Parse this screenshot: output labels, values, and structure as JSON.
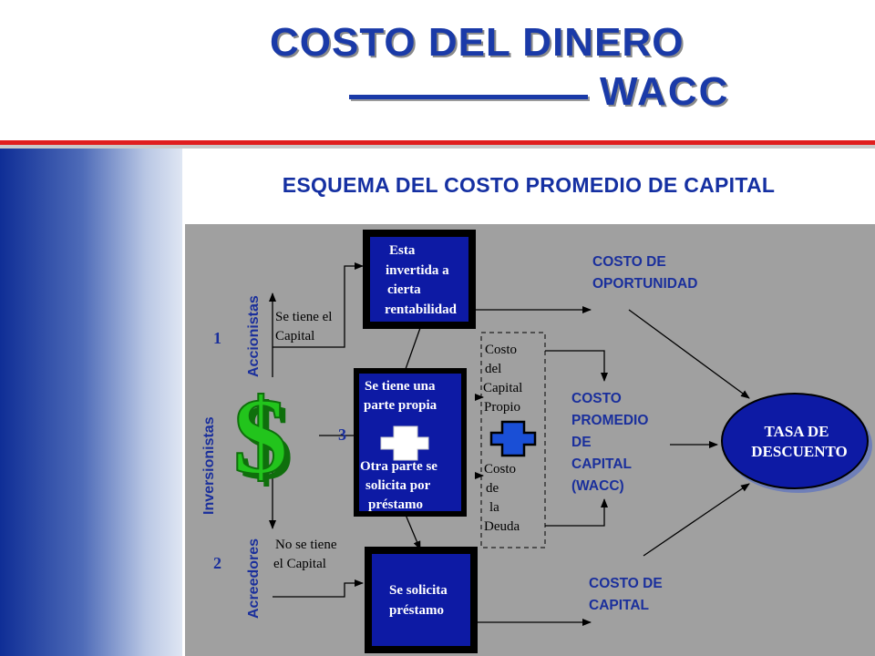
{
  "header": {
    "title_line1": "COSTO DEL DINERO",
    "title_line2": "WACC"
  },
  "section_title": "ESQUEMA DEL COSTO PROMEDIO DE CAPITAL",
  "diagram": {
    "box_top": [
      "Esta",
      "invertida a",
      "cierta",
      "rentabilidad"
    ],
    "box_middle_top": [
      "Se tiene una",
      "parte propia"
    ],
    "box_middle_bottom": [
      "Otra parte se",
      "solicita por",
      "préstamo"
    ],
    "box_bottom": [
      "Se solicita",
      "préstamo"
    ],
    "label_has_capital": [
      "Se tiene el",
      "Capital"
    ],
    "label_no_capital": [
      "No se tiene",
      "el Capital"
    ],
    "costo_capital_propio": [
      "Costo",
      "del",
      "Capital",
      "Propio"
    ],
    "costo_deuda": [
      "Costo",
      "de",
      "la",
      "Deuda"
    ],
    "costo_oportunidad": [
      "COSTO DE",
      "OPORTUNIDAD"
    ],
    "costo_promedio": [
      "COSTO",
      "PROMEDIO",
      "DE",
      "CAPITAL",
      "(WACC)"
    ],
    "costo_capital": [
      "COSTO DE",
      "CAPITAL"
    ],
    "tasa_descuento": [
      "TASA DE",
      "DESCUENTO"
    ],
    "vertical_accionistas": "Accionistas",
    "vertical_inversionistas": "Inversionistas",
    "vertical_acreedores": "Acreedores",
    "num_1": "1",
    "num_2": "2",
    "num_3": "3",
    "colors": {
      "box_fill": "#0d1aa4",
      "ellipse_fill": "#0d1aa4",
      "dollar_green": "#22c41c",
      "panel_gray": "#a0a0a0",
      "blue_text": "#1a2f9c"
    }
  }
}
